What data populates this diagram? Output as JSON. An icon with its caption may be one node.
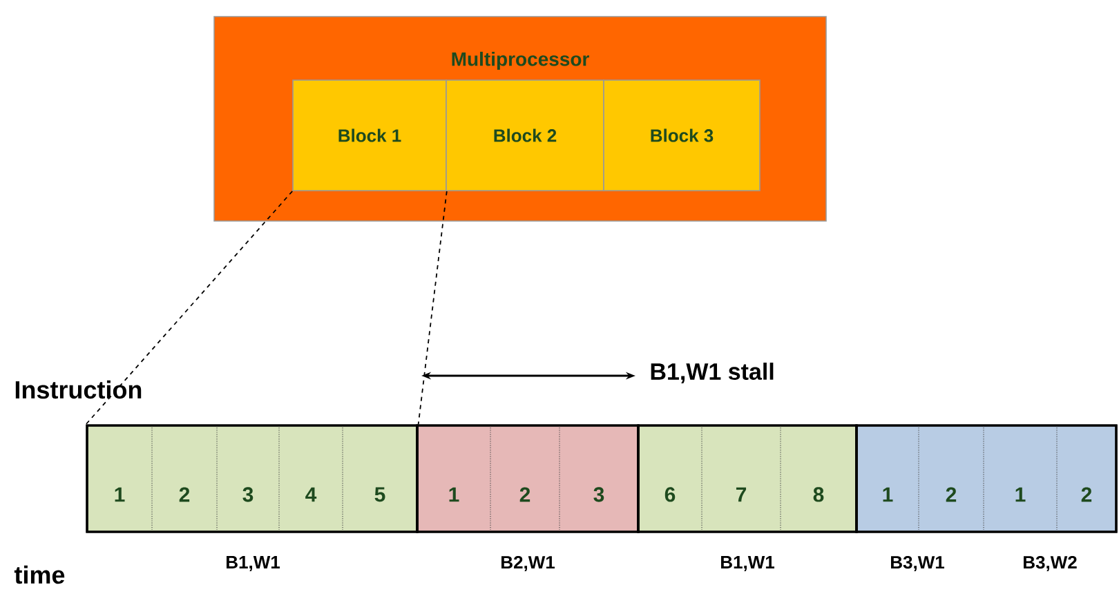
{
  "diagram": {
    "nodes": [
      {
        "text": [
          "Multiprocessor"
        ]
      },
      {
        "text": [
          "Block 1"
        ],
        "in": 0
      },
      {
        "text": [
          "Block 2"
        ],
        "in": 0
      },
      {
        "text": [
          "Block 3"
        ],
        "in": 0
      },
      {
        "text": [],
        "shape": "box",
        "beside": [
          "B1,W1"
        ]
      },
      {
        "text": [
          "1"
        ],
        "in": 4
      },
      {
        "text": [
          "2"
        ],
        "in": 4
      },
      {
        "text": [
          "3"
        ],
        "in": 4
      },
      {
        "text": [
          "4"
        ],
        "in": 4
      },
      {
        "text": [
          "5"
        ],
        "in": 4
      },
      {
        "text": [],
        "shape": "box",
        "beside": [
          "B2,W1"
        ]
      },
      {
        "text": [
          "1"
        ],
        "in": 10
      },
      {
        "text": [
          "2"
        ],
        "in": 10
      },
      {
        "text": [
          "3"
        ],
        "in": 10
      },
      {
        "text": [],
        "shape": "box",
        "beside": [
          "B1,W1"
        ]
      },
      {
        "text": [
          "6"
        ],
        "in": 14
      },
      {
        "text": [
          "7"
        ],
        "in": 14
      },
      {
        "text": [
          "8"
        ],
        "in": 14
      },
      {
        "text": [],
        "shape": "box",
        "beside": [
          "B3,W1",
          "B3,W2"
        ]
      },
      {
        "text": [
          "1"
        ],
        "in": 18
      },
      {
        "text": [
          "2"
        ],
        "in": 18
      },
      {
        "text": [
          "1"
        ],
        "in": 18
      },
      {
        "text": [
          "2"
        ],
        "in": 18
      }
    ],
    "edges": [
      {
        "from": 1,
        "to": 4,
        "arrow": "none",
        "style": "dashed"
      },
      {
        "from": 1,
        "to": 4,
        "arrow": "none",
        "style": "dashed"
      }
    ],
    "labels": [
      "Instruction",
      "B1,W1 stall",
      "time"
    ]
  }
}
